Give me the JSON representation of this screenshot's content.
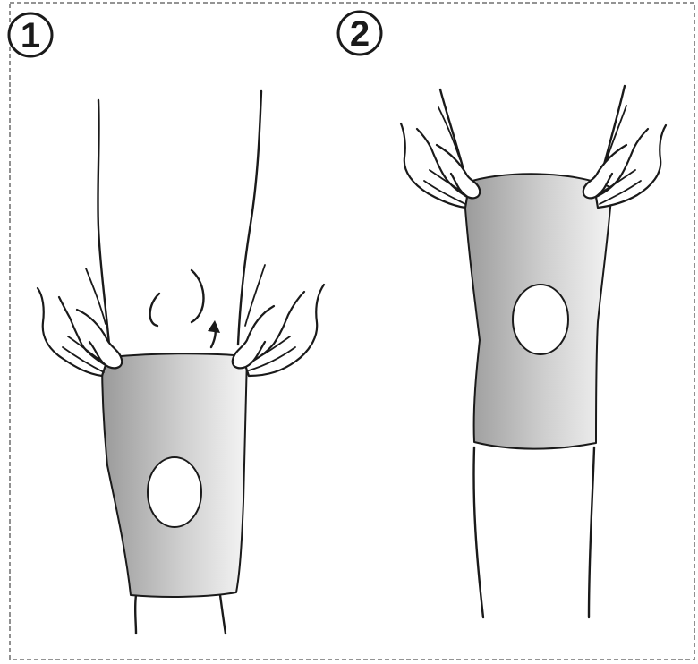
{
  "steps": [
    {
      "number": "1",
      "label": "step-1"
    },
    {
      "number": "2",
      "label": "step-2"
    }
  ],
  "colors": {
    "line": "#1a1a1a",
    "sleeve_dark": "#9a9a9a",
    "sleeve_light": "#f2f2f2",
    "border": "#555555"
  }
}
